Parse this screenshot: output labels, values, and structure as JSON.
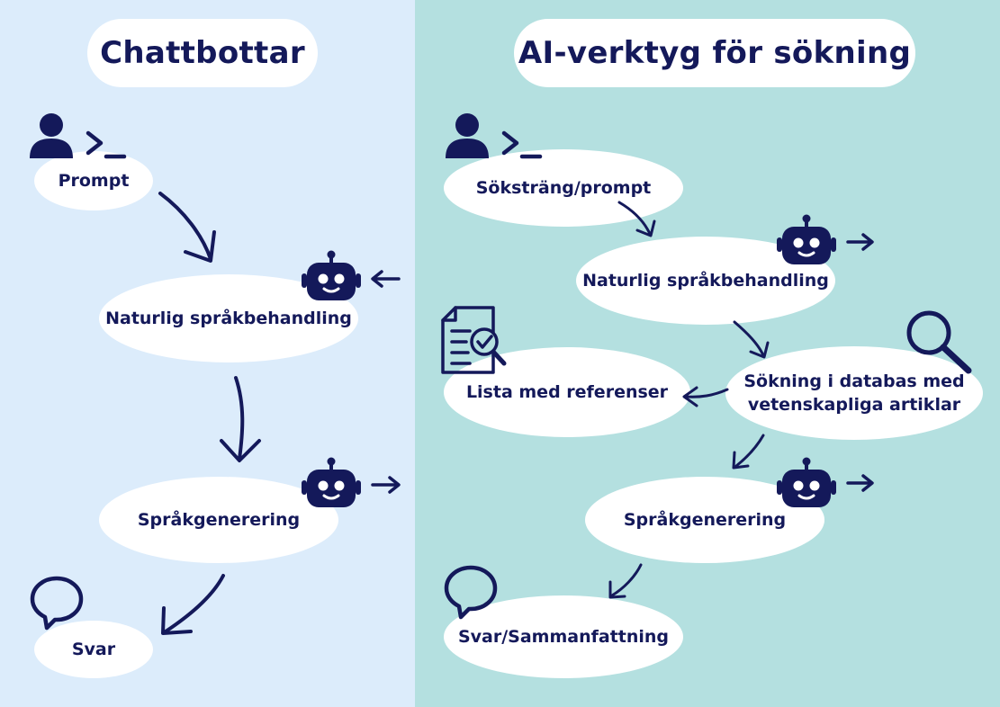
{
  "colors": {
    "left_bg": "#dcecfb",
    "right_bg": "#b4e0e0",
    "ink": "#14195a",
    "node": "#ffffff"
  },
  "left": {
    "title": "Chattbottar",
    "nodes": {
      "prompt": "Prompt",
      "nlp": "Naturlig språkbehandling",
      "generation": "Språkgenerering",
      "answer": "Svar"
    }
  },
  "right": {
    "title": "AI-verktyg för sökning",
    "nodes": {
      "query": "Söksträng/prompt",
      "nlp": "Naturlig språkbehandling",
      "search_line1": "Sökning i databas med",
      "search_line2": "vetenskapliga artiklar",
      "references": "Lista med referenser",
      "generation": "Språkgenerering",
      "summary": "Svar/Sammanfattning"
    }
  },
  "icons": [
    "user-icon",
    "terminal-prompt-icon",
    "robot-icon",
    "arrow-icon",
    "document-check-icon",
    "magnifier-icon",
    "speech-bubble-icon"
  ]
}
